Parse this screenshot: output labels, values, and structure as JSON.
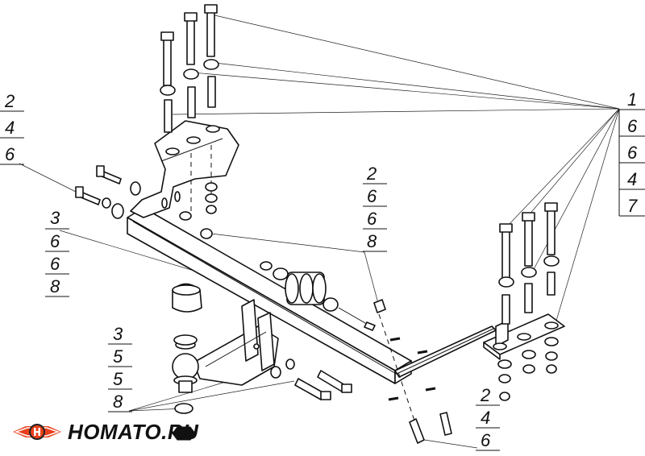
{
  "callouts": {
    "top_right": [
      "1",
      "6",
      "6",
      "4",
      "7"
    ],
    "left_upper": [
      "2",
      "4",
      "6"
    ],
    "left_middle": [
      "3",
      "6",
      "6",
      "8"
    ],
    "center": [
      "2",
      "6",
      "6",
      "8"
    ],
    "bottom_left": [
      "3",
      "5",
      "5",
      "8"
    ],
    "bottom_right": [
      "2",
      "4",
      "6"
    ]
  },
  "logo": {
    "text": "HOMATO.RU",
    "icon": "car-emblem-icon",
    "color": "#e8401c"
  }
}
